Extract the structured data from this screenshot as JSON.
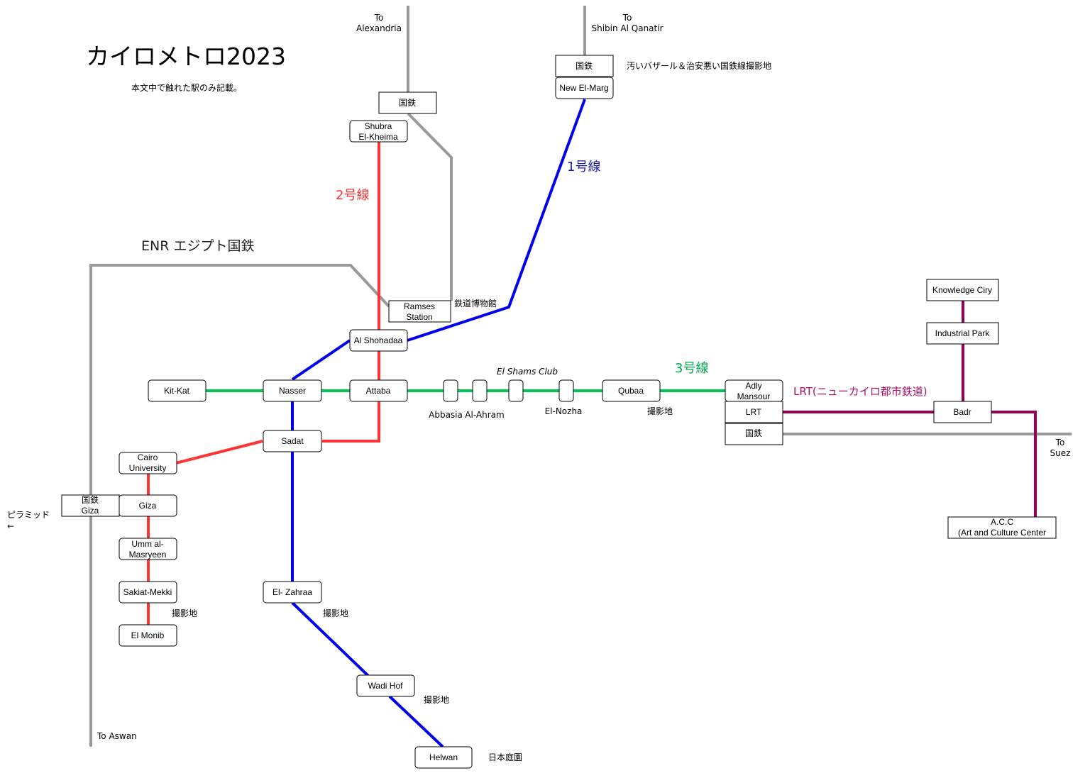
{
  "title": "カイロメトロ2023",
  "subtitle": "本文中で触れた駅のみ記載。",
  "colors": {
    "line1": "#0000ee",
    "line2": "#ff3333",
    "line3": "#00c853",
    "lrt": "#990055",
    "enr": "#999999"
  },
  "line_labels": {
    "line1": "1号線",
    "line2": "2号線",
    "line3": "3号線",
    "lrt": "LRT(ニューカイロ都市鉄道)",
    "enr": "ENR エジプト国鉄"
  },
  "stations": {
    "kokutetsu_north": "国鉄",
    "shubra": [
      "Shubra",
      "El-Kheima"
    ],
    "kokutetsu_marg": "国鉄",
    "new_el_marg": "New El-Marg",
    "ramses": [
      "Ramses",
      "Station"
    ],
    "al_shohadaa": "Al Shohadaa",
    "kit_kat": "Kit-Kat",
    "nasser": "Nasser",
    "attaba": "Attaba",
    "qubaa": "Qubaa",
    "adly_mansour": [
      "Adly",
      "Mansour"
    ],
    "lrt_box": "LRT",
    "kokutetsu_adly": "国鉄",
    "sadat": "Sadat",
    "cairo_university": [
      "Cairo",
      "University"
    ],
    "giza_enr": [
      "国鉄",
      "Giza"
    ],
    "giza": "Giza",
    "umm_al_masryeen": [
      "Umm al-",
      "Masryeen"
    ],
    "sakiat_mekki": "Sakiat-Mekki",
    "el_monib": "El Monib",
    "el_zahraa": "El- Zahraa",
    "wadi_hof": "Wadi Hof",
    "helwan": "Helwan",
    "knowledge_city": "Knowledge Ciry",
    "industrial_park": "Industrial Park",
    "badr": "Badr",
    "acc": [
      "A.C.C",
      "(Art and Culture Center"
    ]
  },
  "labels": {
    "to_alexandria": [
      "To",
      "Alexandria"
    ],
    "to_shibin": [
      "To",
      "Shibin Al Qanatir"
    ],
    "marg_note": "汚いバザール＆治安悪い国鉄線撮影地",
    "railway_museum": "鉄道博物館",
    "el_shams_club": "El Shams Club",
    "abbasia": "Abbasia",
    "al_ahram": "Al-Ahram",
    "el_nozha": "El-Nozha",
    "qubaa_note": "撮影地",
    "to_suez": [
      "To",
      "Suez"
    ],
    "pyramid": [
      "ピラミッド",
      "←"
    ],
    "sakiat_note": "撮影地",
    "zahraa_note": "撮影地",
    "wadi_note": "撮影地",
    "helwan_note": "日本庭園",
    "to_aswan": "To Aswan"
  }
}
